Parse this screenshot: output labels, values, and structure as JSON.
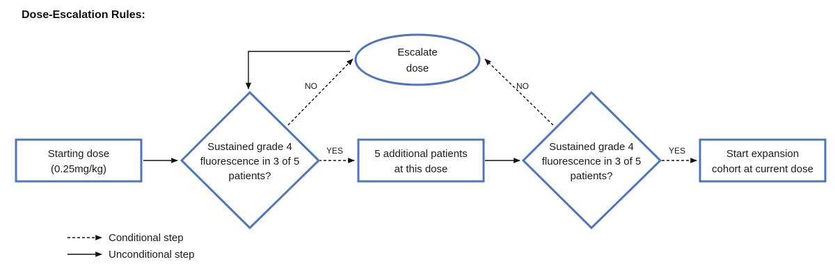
{
  "title": "Dose-Escalation Rules:",
  "nodes": {
    "start": [
      "Starting dose",
      "(0.25mg/kg)"
    ],
    "decision1": [
      "Sustained grade 4",
      "fluorescence in 3 of 5",
      "patients?"
    ],
    "escalate": [
      "Escalate",
      "dose"
    ],
    "additional": [
      "5 additional patients",
      "at this dose"
    ],
    "decision2": [
      "Sustained grade 4",
      "fluorescence in 3 of 5",
      "patients?"
    ],
    "expansion": [
      "Start expansion",
      "cohort at current dose"
    ]
  },
  "edges": {
    "no_left": "NO",
    "no_right": "NO",
    "yes_left": "YES",
    "yes_right": "YES"
  },
  "legend": {
    "conditional": "Conditional step",
    "unconditional": "Unconditional step"
  }
}
